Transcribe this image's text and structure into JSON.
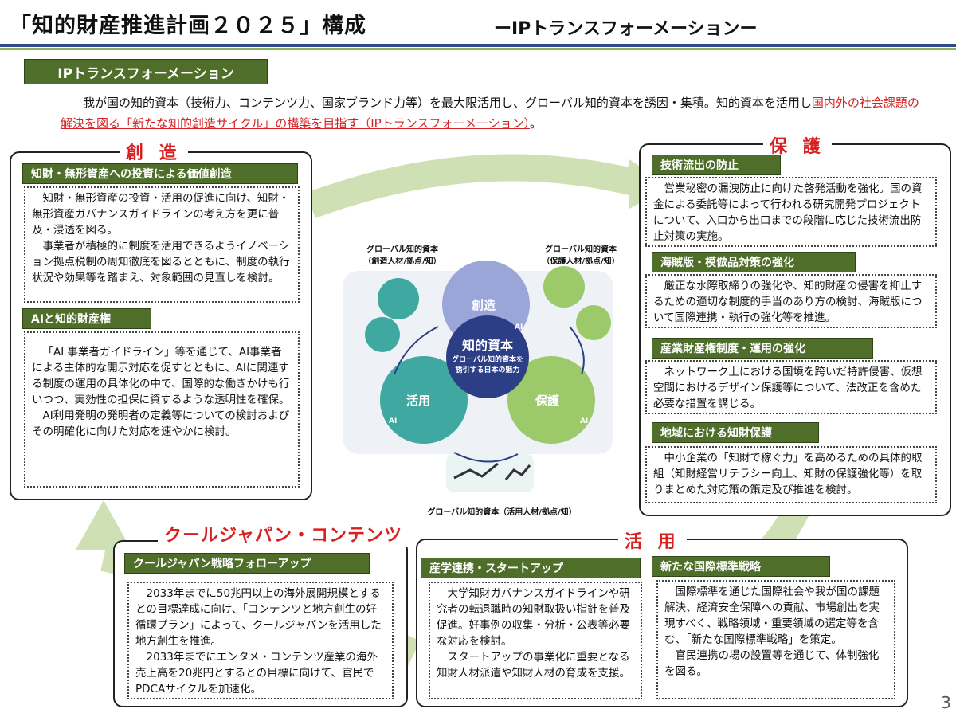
{
  "header": {
    "title": "「知的財産推進計画２０２５」構成",
    "subtitle": "ーIPトランスフォーメーションー"
  },
  "ipx": {
    "label": "IPトランスフォーメーション",
    "intro_part1": "我が国の知的資本（技術力、コンテンツ力、国家ブランド力等）を最大限活用し、グローバル知的資本を誘因・集積。知的資本を活用し",
    "intro_red": "国内外の社会課題の解決を図る「新たな知的創造サイクル」の構築を目指す（IPトランスフォーメーション）",
    "intro_end": "。"
  },
  "souzou": {
    "heading": "創 造",
    "item1_label": "知財・無形資産への投資による価値創造",
    "item1_p1": "知財・無形資産の投資・活用の促進に向け、知財・無形資産ガバナンスガイドラインの考え方を更に普及・浸透を図る。",
    "item1_p2": "事業者が積極的に制度を活用できるようイノベーション拠点税制の周知徹底を図るとともに、制度の執行状況や効果等を踏まえ、対象範囲の見直しを検討。",
    "item2_label": "AIと知的財産権",
    "item2_p1": "「AI 事業者ガイドライン」等を通じて、AI事業者による主体的な開示対応を促すとともに、AIに関連する制度の運用の具体化の中で、国際的な働きかけも行いつつ、実効性の担保に資するような透明性を確保。",
    "item2_p2": "AI利用発明の発明者の定義等についての検討およびその明確化に向けた対応を速やかに検討。"
  },
  "hogo": {
    "heading": "保 護",
    "item1_label": "技術流出の防止",
    "item1_text": "営業秘密の漏洩防止に向けた啓発活動を強化。国の資金による委託等によって行われる研究開発プロジェクトについて、入口から出口までの段階に応じた技術流出防止対策の実施。",
    "item2_label": "海賊版・模倣品対策の強化",
    "item2_text": "厳正な水際取締りの強化や、知的財産の侵害を抑止するための適切な制度的手当のあり方の検討、海賊版について国際連携・執行の強化等を推進。",
    "item3_label": "産業財産権制度・運用の強化",
    "item3_text": "ネットワーク上における国境を跨いだ特許侵害、仮想空間におけるデザイン保護等について、法改正を含めた必要な措置を講じる。",
    "item4_label": "地域における知財保護",
    "item4_text": "中小企業の「知財で稼ぐ力」を高めるための具体的取組（知財経営リテラシー向上、知財の保護強化等）を取りまとめた対応策の策定及び推進を検討。"
  },
  "cool": {
    "heading": "クールジャパン・コンテンツ",
    "item_label": "クールジャパン戦略フォローアップ",
    "p1": "2033年までに50兆円以上の海外展開規模とするとの目標達成に向け、「コンテンツと地方創生の好循環プラン」によって、クールジャパンを活用した地方創生を推進。",
    "p2": "2033年までにエンタメ・コンテンツ産業の海外売上高を20兆円とするとの目標に向けて、官民でPDCAサイクルを加速化。"
  },
  "katsuyou": {
    "heading": "活 用",
    "item1_label": "産学連携・スタートアップ",
    "item1_p1": "大学知財ガバナンスガイドラインや研究者の転退職時の知財取扱い指針を普及促進。好事例の収集・分析・公表等必要な対応を検討。",
    "item1_p2": "スタートアップの事業化に重要となる知財人材派遣や知財人材の育成を支援。",
    "item2_label": "新たな国際標準戦略",
    "item2_p1": "国際標準を通じた国際社会や我が国の課題解決、経済安全保障への貢献、市場創出を実現すべく、戦略領域・重要領域の選定等を含む、「新たな国際標準戦略」を策定。",
    "item2_p2": "官民連携の場の設置等を通じて、体制強化を図る。"
  },
  "diagram": {
    "top_left_label1": "グローバル知的資本",
    "top_left_label2": "（創造人材/拠点/知）",
    "top_right_label1": "グローバル知的資本",
    "top_right_label2": "（保護人材/拠点/知）",
    "bottom_label": "グローバル知的資本（活用人材/拠点/知）",
    "circle_souzou": "創造",
    "circle_hogo": "保護",
    "circle_katsuyou": "活用",
    "center_title": "知的資本",
    "center_sub1": "グローバル知的資本を",
    "center_sub2": "誘引する日本の魅力",
    "ai_tag": "AI",
    "colors": {
      "souzou": "#9aa6d8",
      "hogo": "#9cc96a",
      "katsuyou": "#3fa8a0",
      "center": "#2c3f86"
    }
  },
  "page_number": "3"
}
